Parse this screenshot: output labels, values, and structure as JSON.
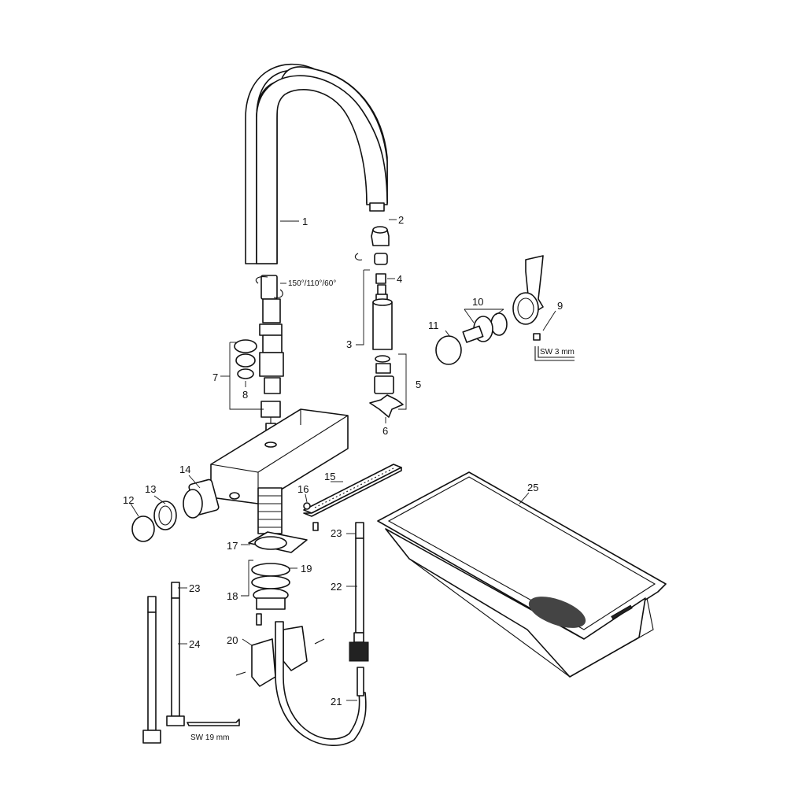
{
  "diagram": {
    "callouts": [
      "1",
      "2",
      "3",
      "4",
      "5",
      "6",
      "7",
      "8",
      "9",
      "10",
      "11",
      "12",
      "13",
      "14",
      "15",
      "16",
      "17",
      "18",
      "19",
      "20",
      "21",
      "22",
      "23",
      "23",
      "24",
      "25"
    ],
    "notes": {
      "spout_rotation": "150°/110°/60°",
      "wrench_small": "SW 3 mm",
      "wrench_large": "SW 19 mm"
    }
  },
  "colors": {
    "ink": "#111111",
    "paper": "#ffffff"
  }
}
